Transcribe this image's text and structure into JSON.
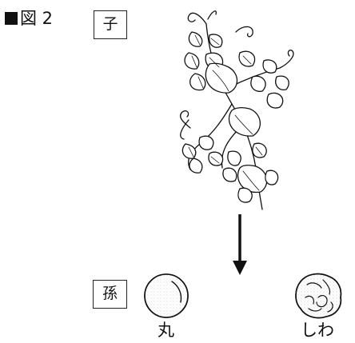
{
  "figure": {
    "title": "図 2"
  },
  "labels": {
    "child": "子",
    "grandchild": "孫"
  },
  "seeds": {
    "round_caption": "丸",
    "wrinkled_caption": "しわ"
  },
  "colors": {
    "ink": "#111111",
    "background": "#ffffff"
  },
  "icons": {
    "title_marker": "black-square-icon",
    "plant": "pea-plant-illustration",
    "arrow": "down-arrow-icon",
    "round_seed": "round-pea-seed-icon",
    "wrinkled_seed": "wrinkled-pea-seed-icon"
  }
}
